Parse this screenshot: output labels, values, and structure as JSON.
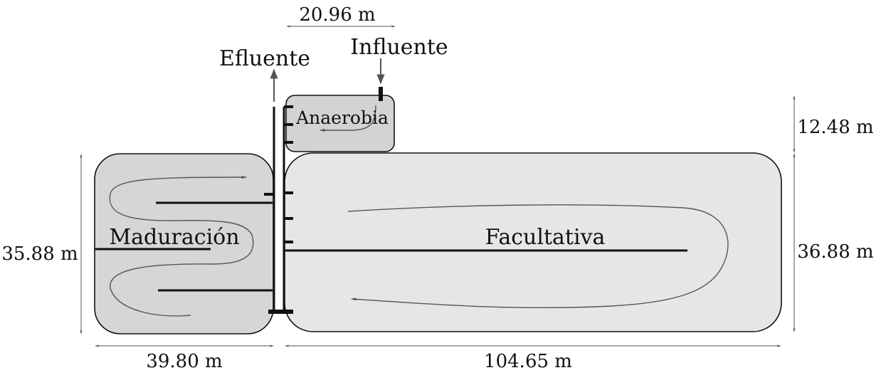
{
  "labels": {
    "effluent": "Efluente",
    "influent": "Influente",
    "ponds": {
      "anaerobic": "Anaerobia",
      "maturation": "Maduración",
      "facultative": "Facultativa"
    }
  },
  "dimensions": {
    "top_width": "20.96 m",
    "anaerobic_height": "12.48 m",
    "maturation_height": "35.88 m",
    "facultative_height": "36.88 m",
    "maturation_width": "39.80 m",
    "facultative_width": "104.65 m"
  },
  "colors": {
    "anaerobic_fill": "#d3d3d3",
    "maturation_fill": "#d6d6d6",
    "facultative_fill": "#e6e6e6",
    "outline": "#111111",
    "flow_arrow": "#555555"
  }
}
